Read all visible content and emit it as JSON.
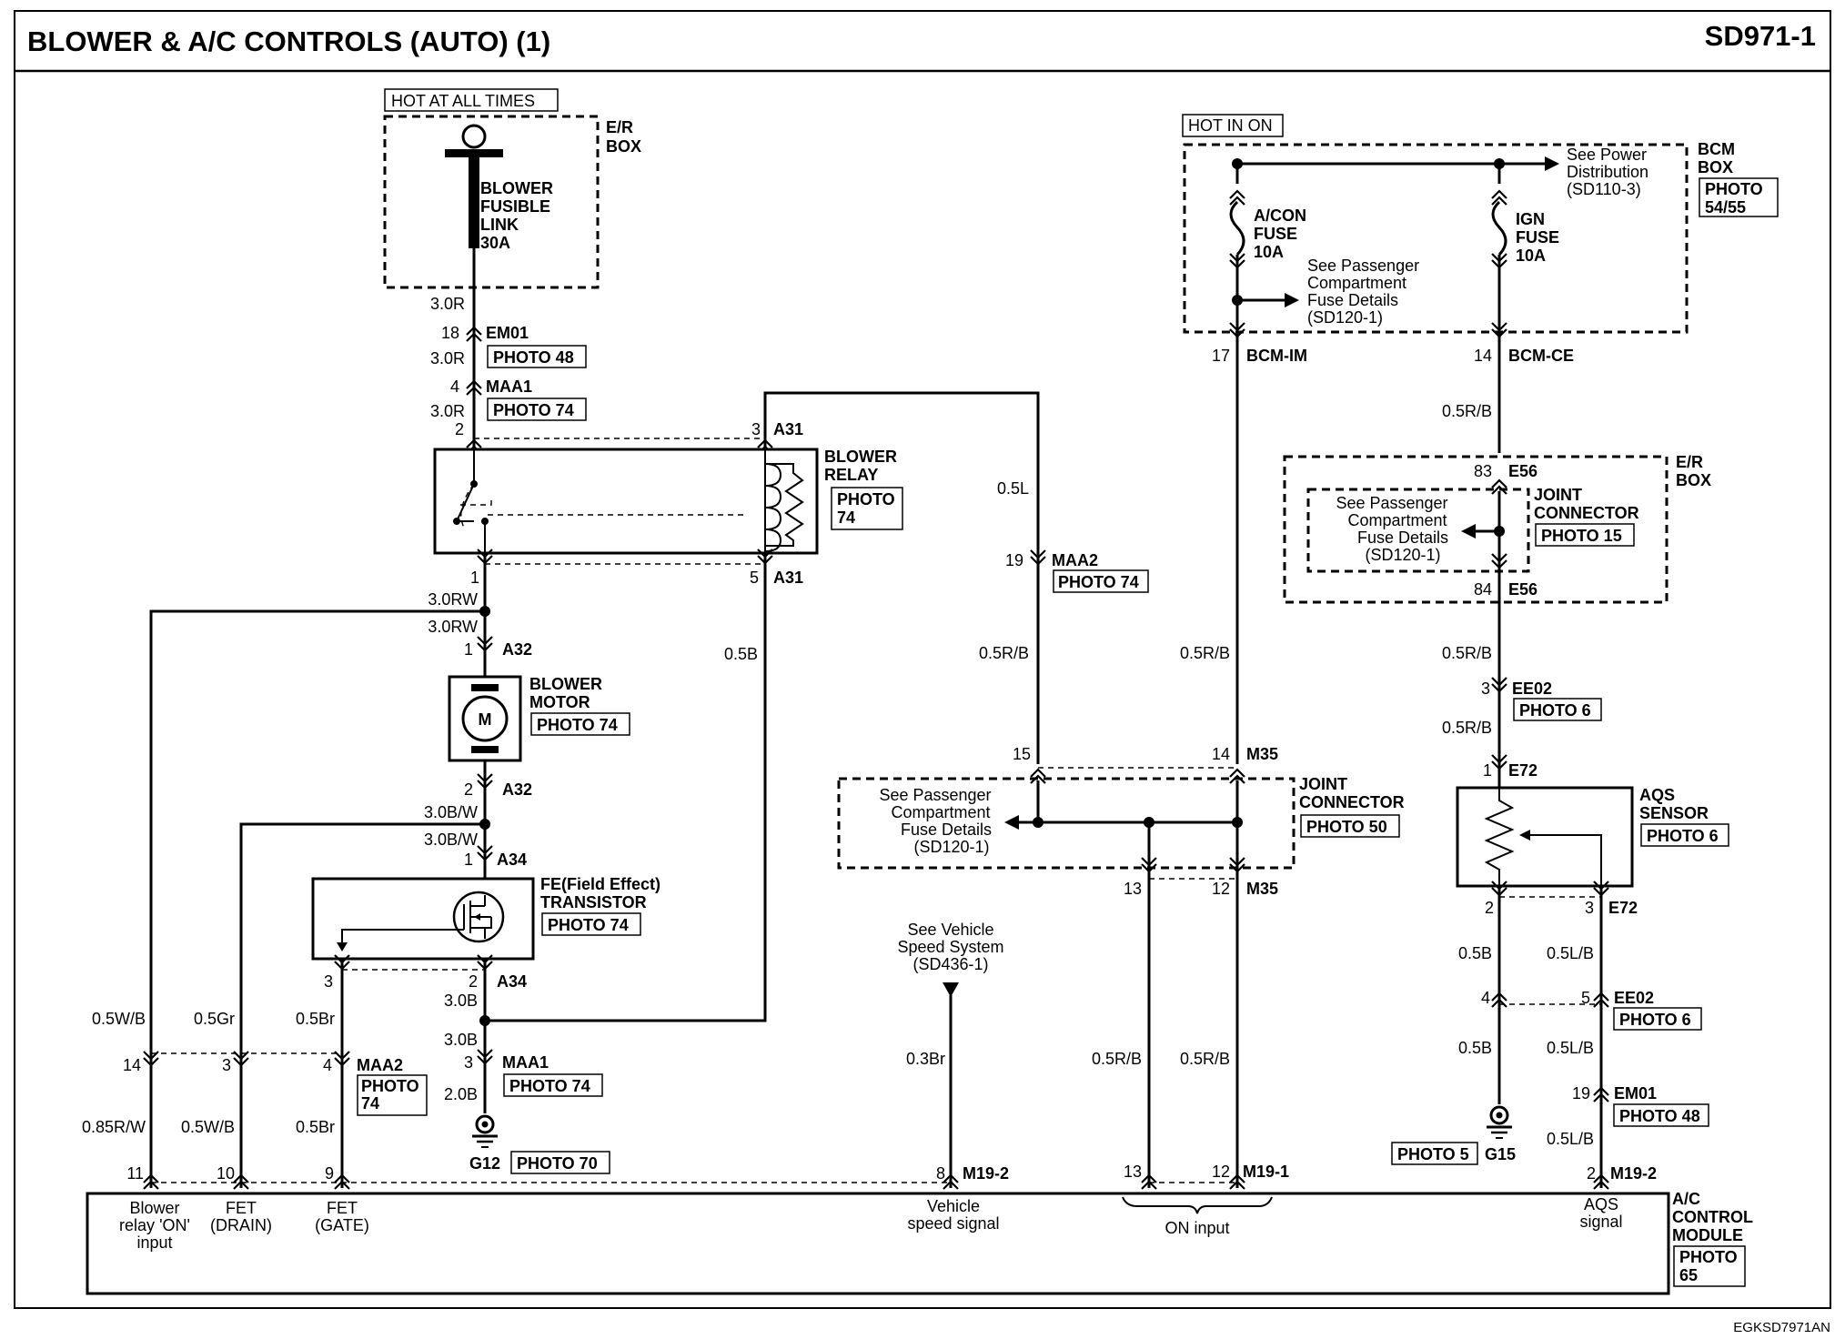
{
  "header": {
    "title": "BLOWER & A/C CONTROLS (AUTO) (1)",
    "page_code": "SD971-1",
    "footer_code": "EGKSD7971AN"
  },
  "supplies": {
    "hot_at_all_times": "HOT AT ALL TIMES",
    "hot_in_on": "HOT IN ON"
  },
  "er_box_top": {
    "line1": "E/R",
    "line2": "BOX"
  },
  "blower_fusible_link": {
    "line1": "BLOWER",
    "line2": "FUSIBLE",
    "line3": "LINK",
    "line4": "30A"
  },
  "bcm_box": {
    "line1": "BCM",
    "line2": "BOX",
    "photo1": "PHOTO",
    "photo2": "54/55"
  },
  "acon_fuse": {
    "line1": "A/CON",
    "line2": "FUSE",
    "line3": "10A"
  },
  "ign_fuse": {
    "line1": "IGN",
    "line2": "FUSE",
    "line3": "10A"
  },
  "see_power_distribution": {
    "line1": "See Power",
    "line2": "Distribution",
    "line3": "(SD110-3)"
  },
  "see_passenger_fuse": {
    "line1": "See Passenger",
    "line2": "Compartment",
    "line3": "Fuse Details",
    "line4": "(SD120-1)"
  },
  "connectors": {
    "em01": "EM01",
    "maa1": "MAA1",
    "a31": "A31",
    "a32": "A32",
    "a34": "A34",
    "maa2": "MAA2",
    "m35": "M35",
    "bcm_im": "BCM-IM",
    "bcm_ce": "BCM-CE",
    "e56": "E56",
    "ee02": "EE02",
    "e72": "E72",
    "m19_2": "M19-2",
    "m19_1": "M19-1",
    "g12": "G12",
    "g15": "G15"
  },
  "photos": {
    "p48": "PHOTO 48",
    "p74": "PHOTO 74",
    "p15": "PHOTO 15",
    "p6": "PHOTO 6",
    "p50": "PHOTO 50",
    "p70": "PHOTO 70",
    "p5": "PHOTO 5",
    "photo_word": "PHOTO",
    "num74": "74",
    "num65": "65"
  },
  "components": {
    "blower_relay": {
      "line1": "BLOWER",
      "line2": "RELAY"
    },
    "blower_motor": {
      "line1": "BLOWER",
      "line2": "MOTOR",
      "symbol": "M"
    },
    "fet": {
      "line1": "FE(Field Effect)",
      "line2": "TRANSISTOR"
    },
    "joint_connector": {
      "line1": "JOINT",
      "line2": "CONNECTOR"
    },
    "aqs_sensor": {
      "line1": "AQS",
      "line2": "SENSOR"
    },
    "er_box_right": {
      "line1": "E/R",
      "line2": "BOX"
    },
    "ac_control_module": {
      "line1": "A/C",
      "line2": "CONTROL",
      "line3": "MODULE"
    }
  },
  "see_vehicle_speed": {
    "line1": "See Vehicle",
    "line2": "Speed System",
    "line3": "(SD436-1)"
  },
  "wires": {
    "r30": "3.0R",
    "rw30": "3.0RW",
    "bw30": "3.0B/W",
    "b30": "3.0B",
    "b20": "2.0B",
    "l05": "0.5L",
    "b05": "0.5B",
    "rb05": "0.5R/B",
    "wb05": "0.5W/B",
    "gr05": "0.5Gr",
    "br05": "0.5Br",
    "rw085": "0.85R/W",
    "br03": "0.3Br",
    "lb05": "0.5L/B"
  },
  "pins": {
    "p1": "1",
    "p2": "2",
    "p3": "3",
    "p4": "4",
    "p5": "5",
    "p8": "8",
    "p9": "9",
    "p10": "10",
    "p11": "11",
    "p12": "12",
    "p13": "13",
    "p14": "14",
    "p15": "15",
    "p17": "17",
    "p18": "18",
    "p19": "19",
    "p83": "83",
    "p84": "84"
  },
  "module_inputs": {
    "blower_relay_on": {
      "line1": "Blower",
      "line2": "relay 'ON'",
      "line3": "input"
    },
    "fet_drain": {
      "line1": "FET",
      "line2": "(DRAIN)"
    },
    "fet_gate": {
      "line1": "FET",
      "line2": "(GATE)"
    },
    "vehicle_speed": {
      "line1": "Vehicle",
      "line2": "speed signal"
    },
    "on_input": "ON input",
    "aqs_signal": {
      "line1": "AQS",
      "line2": "signal"
    }
  }
}
